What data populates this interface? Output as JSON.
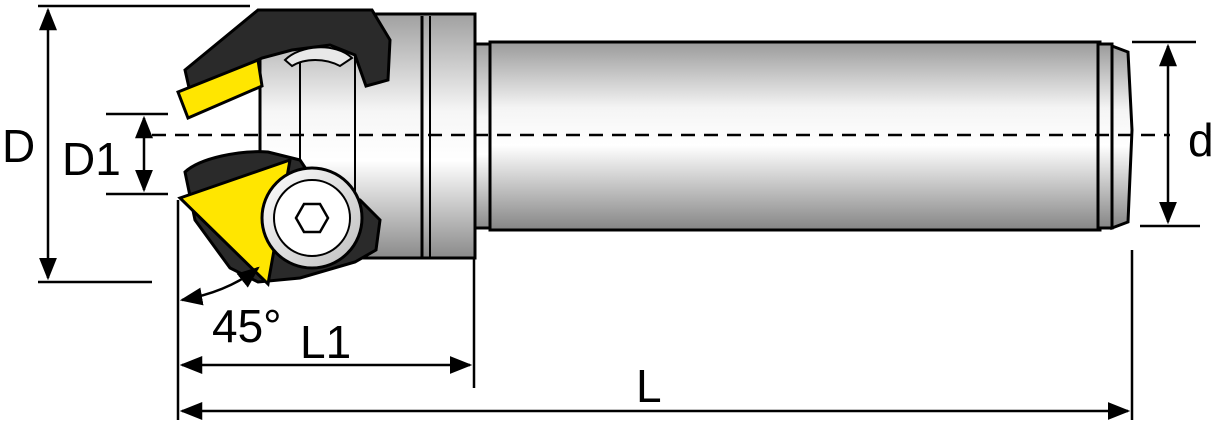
{
  "labels": {
    "D": "D",
    "D1": "D1",
    "d": "d",
    "L1": "L1",
    "L": "L",
    "angle": "45°"
  },
  "colors": {
    "insert": "#ffe600",
    "outline": "#000000",
    "shank_light": "#f2f2f2",
    "shank_dark": "#8c8c8c",
    "body_dark": "#2b2b2b"
  }
}
